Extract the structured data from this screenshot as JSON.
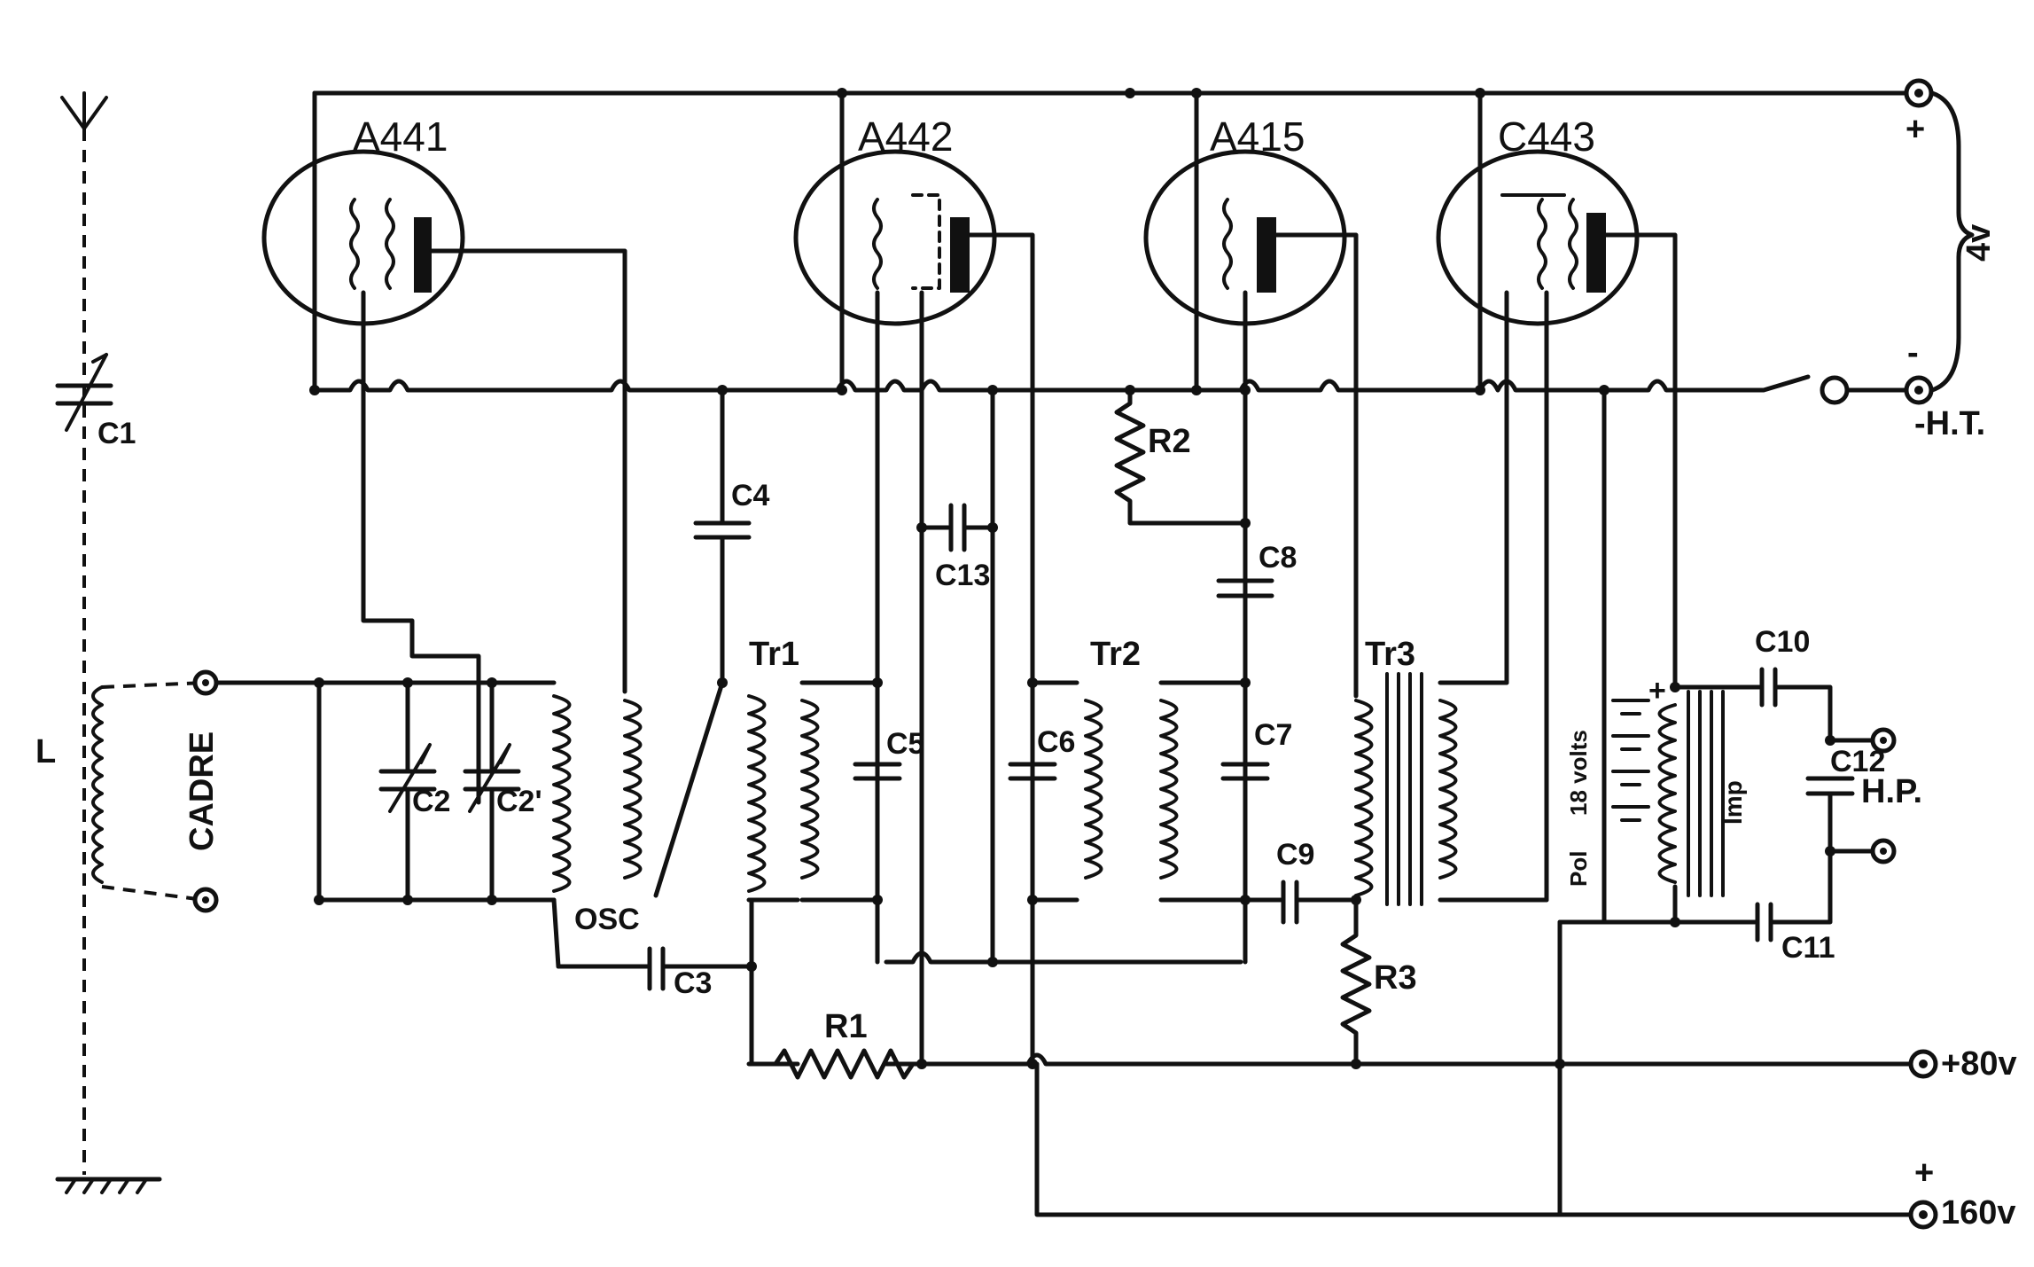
{
  "tubes": {
    "v1": "A441",
    "v2": "A442",
    "v3": "A415",
    "v4": "C443"
  },
  "capacitors": {
    "c1": "C1",
    "c2": "C2",
    "c2p": "C2'",
    "c3": "C3",
    "c4": "C4",
    "c5": "C5",
    "c6": "C6",
    "c7": "C7",
    "c8": "C8",
    "c9": "C9",
    "c10": "C10",
    "c11": "C11",
    "c12": "C12",
    "c13": "C13"
  },
  "resistors": {
    "r1": "R1",
    "r2": "R2",
    "r3": "R3"
  },
  "transformers": {
    "tr1": "Tr1",
    "tr2": "Tr2",
    "tr3": "Tr3",
    "osc": "OSC",
    "imp": "Imp"
  },
  "labels": {
    "cadre": "CADRE",
    "frame_l": "L",
    "battery": "18 volts",
    "battery_side": "Pol",
    "hp": "H.P."
  },
  "terminals": {
    "plus": "+",
    "minus": "-",
    "four_v": "4v",
    "ht": "-H.T.",
    "v80": "+80v",
    "v160_plus": "+",
    "v160": "160v"
  }
}
